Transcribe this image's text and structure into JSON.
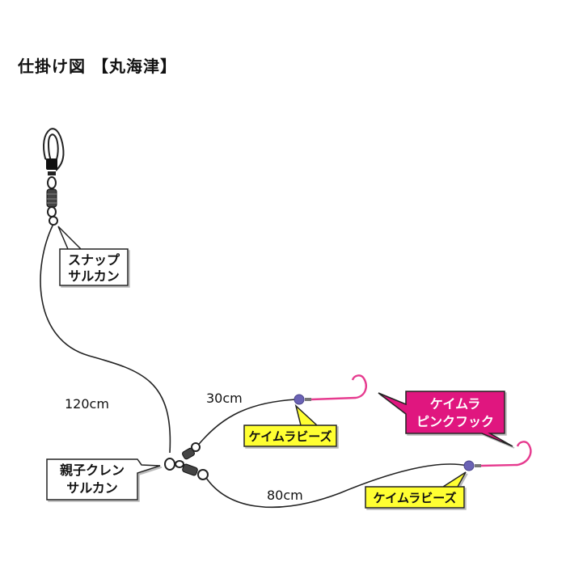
{
  "title": "仕掛け図 【丸海津】",
  "labels": {
    "snap_swivel": [
      "スナップ",
      "サルカン"
    ],
    "oyako_crane_swivel": [
      "親子クレン",
      "サルカン"
    ],
    "beads_upper": "ケイムラビーズ",
    "beads_lower": "ケイムラビーズ",
    "pink_hook": [
      "ケイムラ",
      "ピンクフック"
    ]
  },
  "lengths": {
    "main_leader": "120cm",
    "short_branch": "30cm",
    "long_branch": "80cm"
  },
  "colors": {
    "line": "#222222",
    "bead": "#6b63b5",
    "hook": "#e63b8f",
    "yellow_label": "#ffff33",
    "pink_label": "#e0177f",
    "swivel": "#333333"
  }
}
